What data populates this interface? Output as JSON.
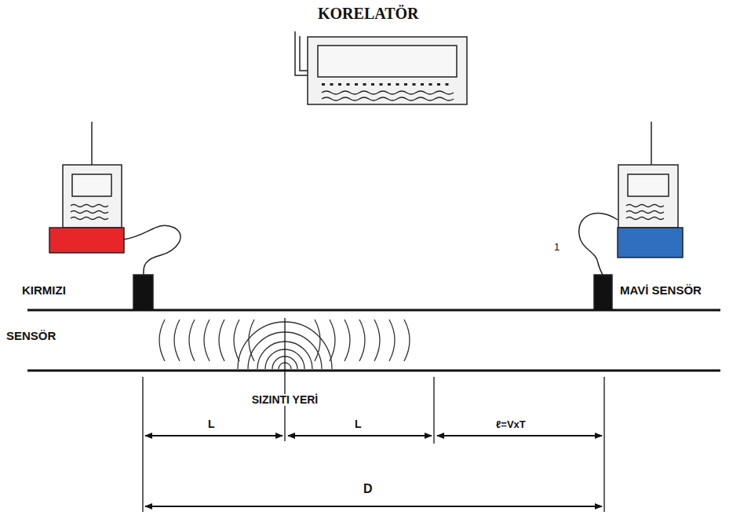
{
  "diagram": {
    "labels": [
      "KORELATÖR",
      "KIRMIZI",
      "SENSÖR",
      "MAVİ SENSÖR",
      "1",
      "SIZINTI YERİ",
      "L",
      "L",
      "ℓ=VxT",
      "D"
    ]
  }
}
